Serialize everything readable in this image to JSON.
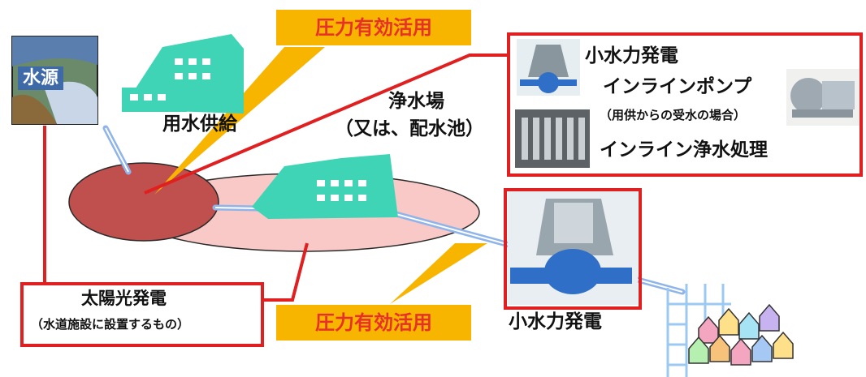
{
  "labels": {
    "source": "水源",
    "supply": "用水供給",
    "plant_name": "浄水場",
    "plant_alt": "（又は、配水池）",
    "small_hydro_top": "小水力発電",
    "inline_pump": "インラインポンプ",
    "inline_pump_note": "（用供からの受水の場合）",
    "inline_treatment": "インライン浄水処理",
    "small_hydro_bottom": "小水力発電",
    "solar": "太陽光発電",
    "solar_note": "（水道施設に設置するもの）",
    "pressure_top": "圧力有効活用",
    "pressure_bottom": "圧力有効活用"
  },
  "colors": {
    "banner": "#f7b500",
    "banner_text": "#e8302a",
    "box_border": "#e02020",
    "area": "#f8c9c6",
    "reservoir": "#c0504d",
    "pipe": "#8fb4ea",
    "building": "#3fd4b5"
  }
}
